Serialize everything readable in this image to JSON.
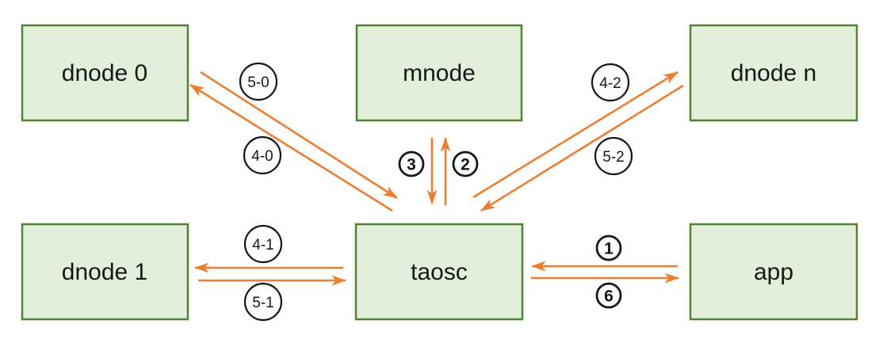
{
  "diagram": {
    "colors": {
      "node_fill": "#E3EFDB",
      "node_border": "#548235",
      "arrow": "#ED7D31",
      "badge_border": "#171717",
      "text": "#171717",
      "background": "#FFFFFF"
    },
    "nodes": [
      {
        "id": "dnode0",
        "label": "dnode 0"
      },
      {
        "id": "mnode",
        "label": "mnode"
      },
      {
        "id": "dnoden",
        "label": "dnode n"
      },
      {
        "id": "dnode1",
        "label": "dnode 1"
      },
      {
        "id": "taosc",
        "label": "taosc"
      },
      {
        "id": "app",
        "label": "app"
      }
    ],
    "edges": [
      {
        "label": "1",
        "from": "app",
        "to": "taosc"
      },
      {
        "label": "2",
        "from": "taosc",
        "to": "mnode"
      },
      {
        "label": "3",
        "from": "mnode",
        "to": "taosc"
      },
      {
        "label": "4-0",
        "from": "taosc",
        "to": "dnode 0"
      },
      {
        "label": "5-0",
        "from": "dnode 0",
        "to": "taosc"
      },
      {
        "label": "4-1",
        "from": "taosc",
        "to": "dnode 1"
      },
      {
        "label": "5-1",
        "from": "dnode 1",
        "to": "taosc"
      },
      {
        "label": "4-2",
        "from": "taosc",
        "to": "dnode n"
      },
      {
        "label": "5-2",
        "from": "dnode n",
        "to": "taosc"
      },
      {
        "label": "6",
        "from": "taosc",
        "to": "app"
      }
    ]
  }
}
